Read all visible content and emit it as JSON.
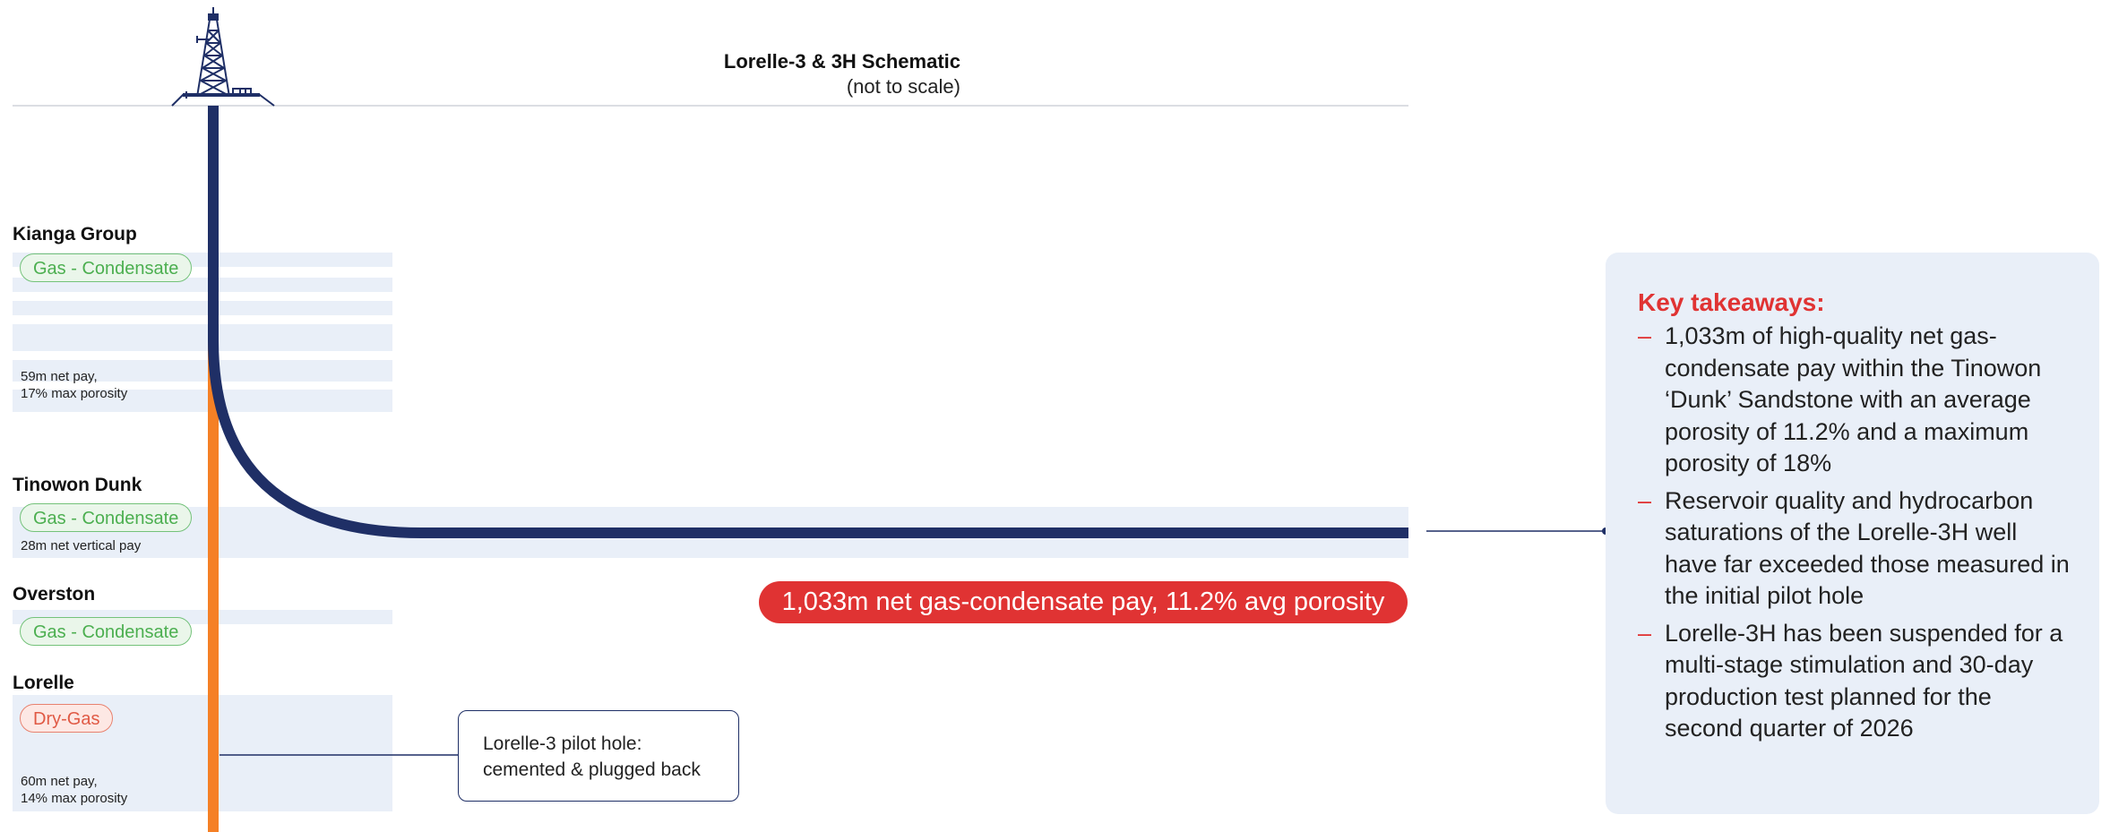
{
  "header": {
    "title": "Lorelle-3 & 3H Schematic",
    "subtitle": "(not to scale)"
  },
  "formations": [
    {
      "name": "Kianga Group",
      "fluid": "Gas - Condensate",
      "note_lines": [
        "59m net pay,",
        "17% max porosity"
      ]
    },
    {
      "name": "Tinowon Dunk",
      "fluid": "Gas - Condensate",
      "note_lines": [
        "28m net vertical pay"
      ]
    },
    {
      "name": "Overston",
      "fluid": "Gas - Condensate",
      "note_lines": []
    },
    {
      "name": "Lorelle",
      "fluid": "Dry-Gas",
      "note_lines": [
        "60m net pay,",
        "14% max porosity"
      ]
    }
  ],
  "horizontal_pay_label": "1,033m net gas-condensate pay, 11.2% avg porosity",
  "pilot_hole_callout": [
    "Lorelle-3 pilot hole:",
    "cemented & plugged back"
  ],
  "takeaways": {
    "heading": "Key takeaways:",
    "bullet_marker": "–",
    "items": [
      "1,033m of high-quality net gas-condensate pay within the Tinowon ‘Dunk’ Sandstone with an average porosity of 11.2% and a maximum porosity of 18%",
      "Reservoir quality and hydrocarbon saturations of the Lorelle-3H well have far exceeded those measured in the initial pilot hole",
      "Lorelle-3H has been suspended for a multi-stage stimulation and 30-day production test planned for the second quarter of 2026"
    ]
  },
  "colors": {
    "well_navy": "#1f2f66",
    "pilot_orange": "#f58025",
    "accent_red": "#e03333",
    "gas_green": "#4caf50",
    "dry_red": "#e05a45",
    "band_blue": "#e9eff8"
  },
  "icons": {
    "rig": "drilling-rig-icon"
  }
}
